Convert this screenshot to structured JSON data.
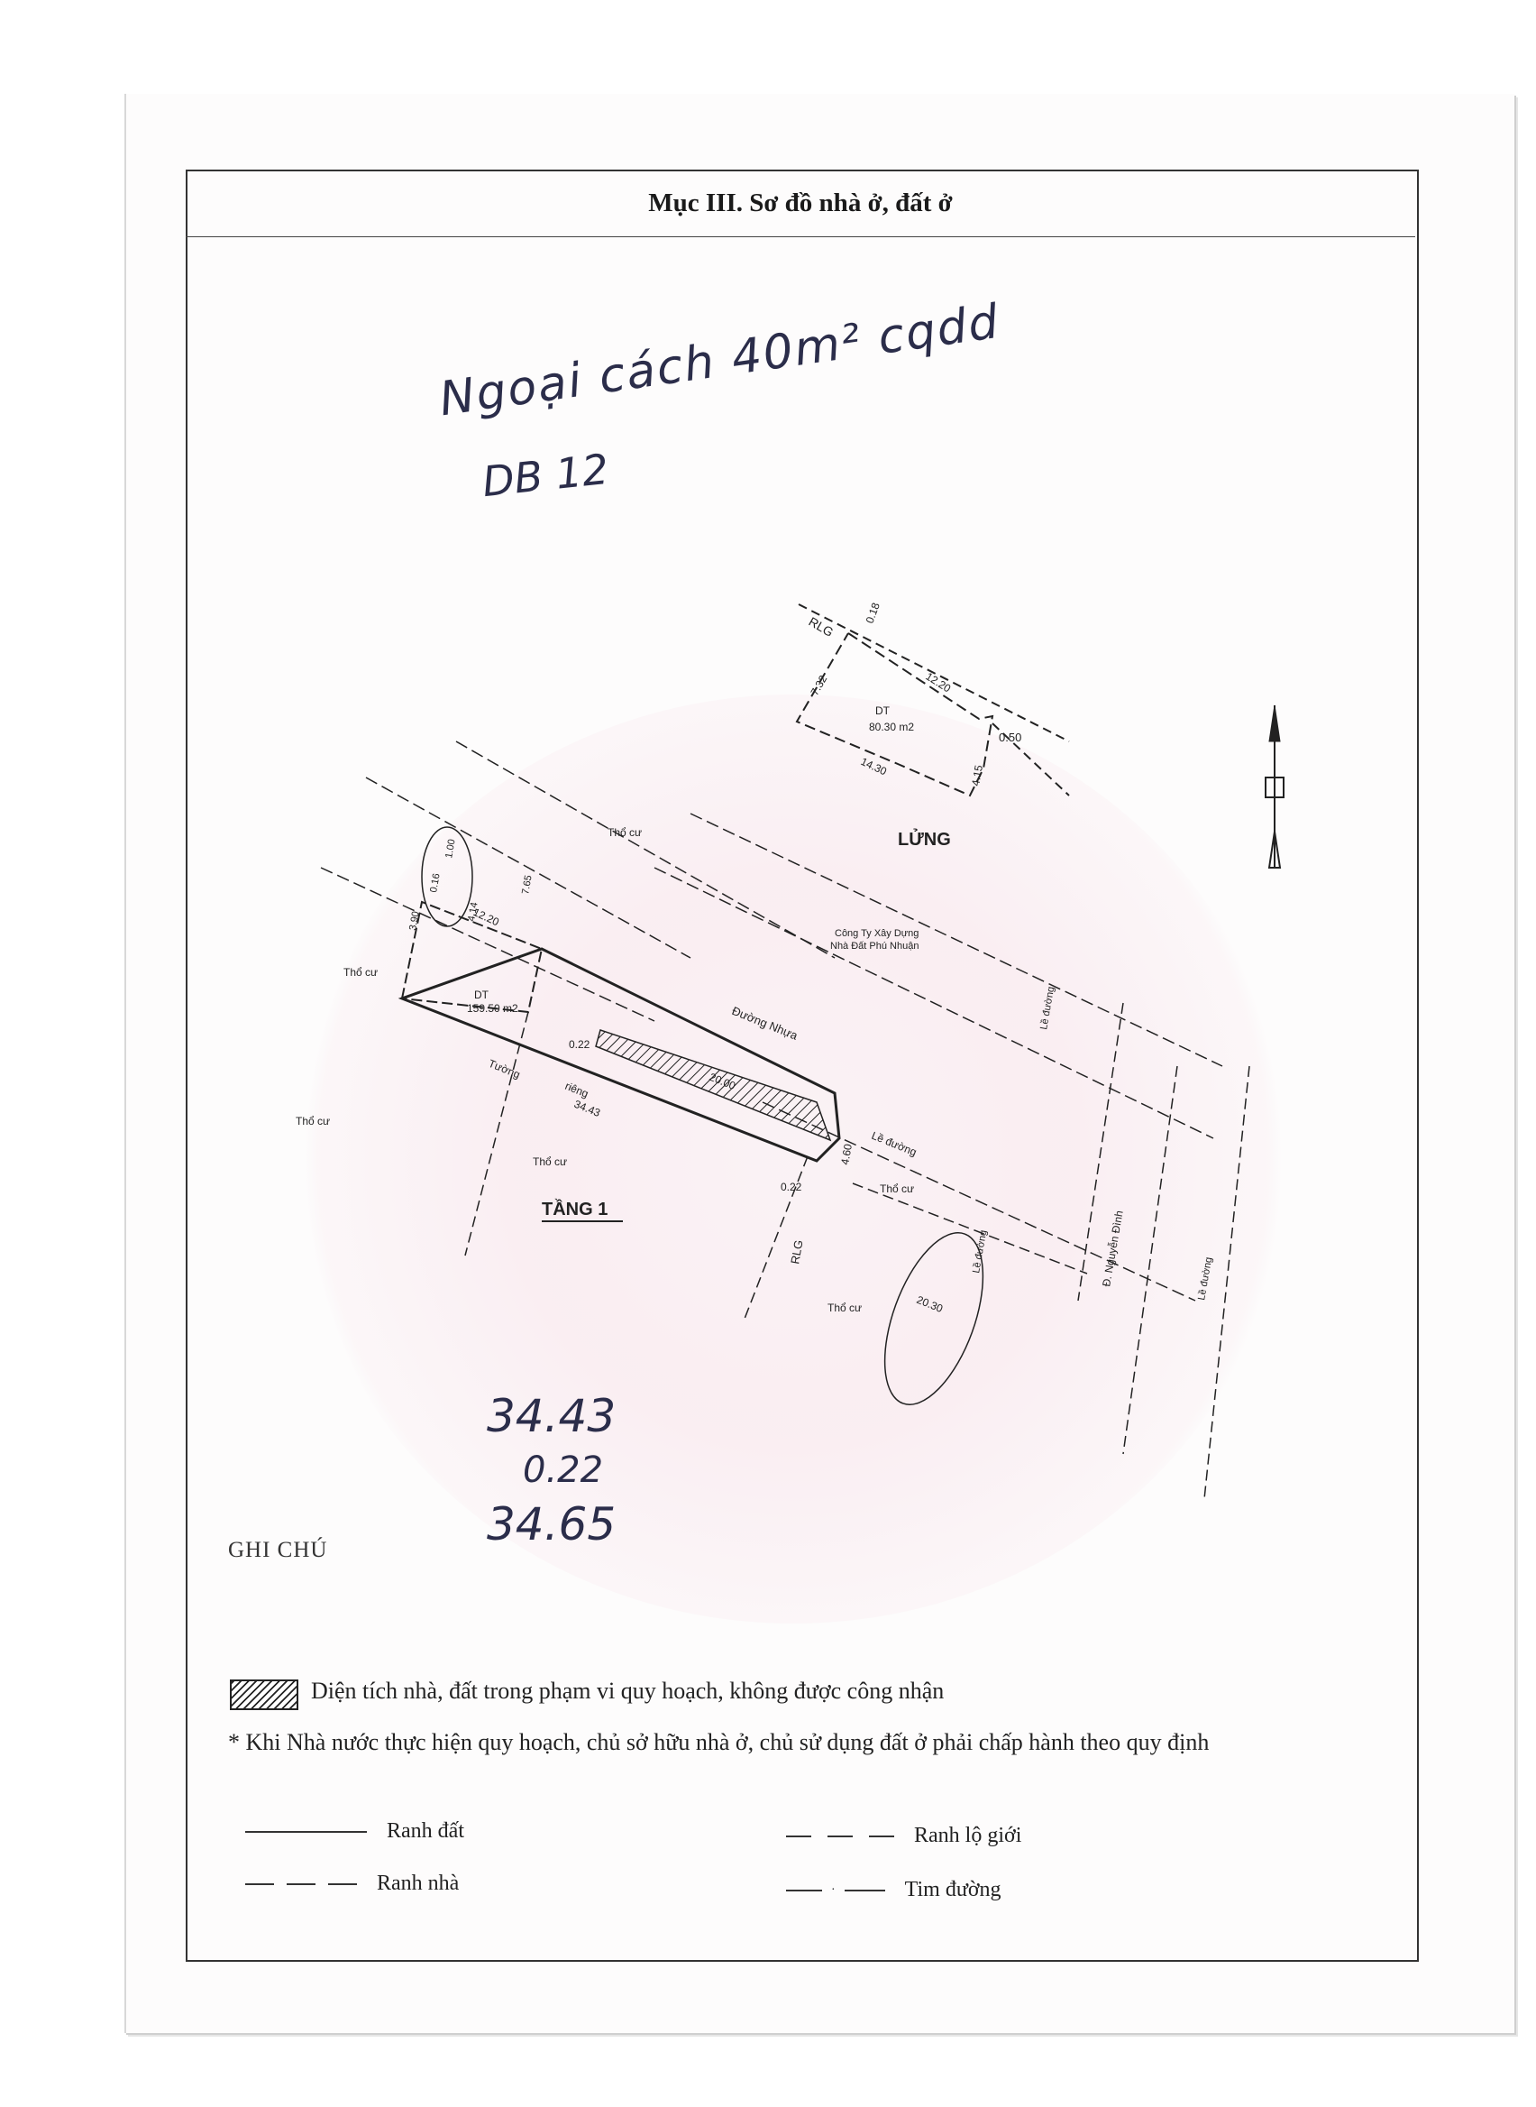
{
  "header": {
    "title": "Mục III. Sơ đồ nhà ở, đất ở"
  },
  "handwriting": {
    "line1": "Ngoại cách 40m² cqdd",
    "line2": "DB 12",
    "calc1": "34.43",
    "calc2": "0.22",
    "calc3": "34.65"
  },
  "plan": {
    "mezzanine": {
      "label": "LỬNG",
      "area_label": "DT",
      "area": "80.30 m2",
      "dims": [
        "0.18",
        "12.20",
        "7.32",
        "14.30",
        "4.15",
        "0.50"
      ],
      "rlg": "RLG"
    },
    "ground": {
      "label": "TẦNG 1",
      "area_label": "DT",
      "area": "159.50 m2",
      "dims": [
        "12.20",
        "20.00",
        "34.43",
        "0.22",
        "0.22",
        "4.60",
        "4.14",
        "7.65",
        "1.00",
        "0.16",
        "3.90"
      ],
      "tuong": "Tường",
      "rieng": "riêng",
      "rlg": "RLG"
    },
    "labels": {
      "tho_cu": "Thổ cư",
      "company_line1": "Công Ty Xây Dựng",
      "company_line2": "Nhà Đất Phú Nhuận",
      "duong_nhua": "Đường Nhựa",
      "le_duong": "Lề đường",
      "street": "Đ. Nguyễn Đình",
      "dim_2030": "20.30"
    }
  },
  "notes": {
    "title": "GHI CHÚ",
    "hatch_text": "Diện tích nhà, đất trong phạm vi quy hoạch, không được công nhận",
    "note_text": "* Khi Nhà nước thực hiện quy hoạch, chủ sở hữu nhà ở, chủ sử dụng  đất ở phải chấp hành theo quy định",
    "legend": {
      "ranh_dat": "Ranh đất",
      "ranh_nha": "Ranh nhà",
      "ranh_lo_gioi": "Ranh lộ giới",
      "tim_duong": "Tim đường"
    }
  }
}
